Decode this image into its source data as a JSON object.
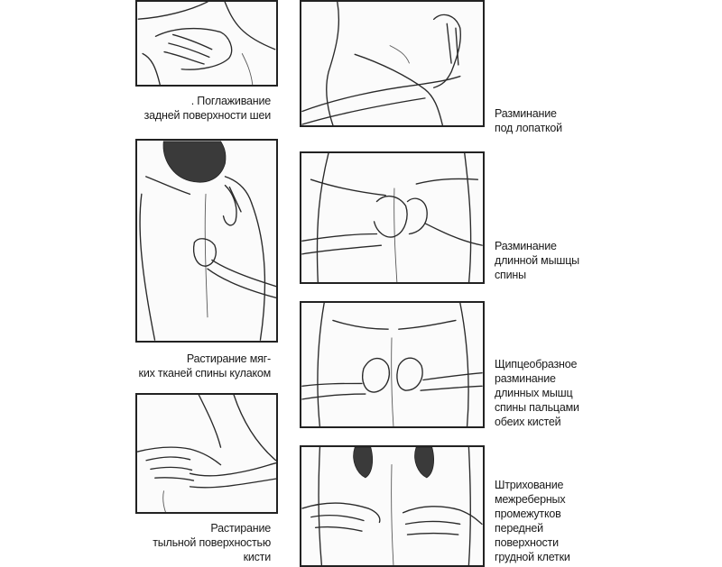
{
  "captions": {
    "c1": [
      ". Поглаживание",
      "задней поверхности шеи"
    ],
    "c2": [
      "Разминание",
      "под лопаткой"
    ],
    "c3": [
      "Растирание мяг-",
      "ких тканей спины кулаком"
    ],
    "c4": [
      "Разминание",
      "длинной мышцы",
      "спины"
    ],
    "c5": [
      "Щипцеобразное",
      "разминание",
      "длинных мышц",
      "спины пальцами",
      "обеих кистей"
    ],
    "c6": [
      "Растирание",
      "тыльной поверхностью",
      "кисти"
    ],
    "c7": [
      "Штрихование",
      "межреберных",
      "промежутков",
      "передней",
      "поверхности",
      "грудной клетки"
    ]
  }
}
